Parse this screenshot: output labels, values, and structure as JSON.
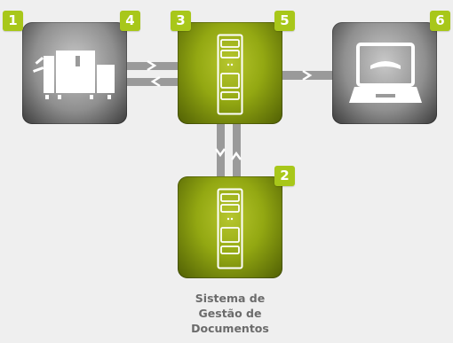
{
  "badges": {
    "b1": "1",
    "b2": "2",
    "b3": "3",
    "b4": "4",
    "b5": "5",
    "b6": "6"
  },
  "caption": {
    "line1": "Sistema de",
    "line2": "Gestão de",
    "line3": "Documentos"
  },
  "colors": {
    "background": "#efefef",
    "green_tile": "#93a812",
    "gray_tile": "#8f8f8f",
    "badge": "#a8c71a",
    "connector": "#9a9a9a",
    "caption_text": "#6b6b6b"
  },
  "icons": {
    "tile_left": "printer-press-icon",
    "tile_center": "server-icon",
    "tile_right": "laptop-icon",
    "tile_bottom": "server-icon"
  }
}
